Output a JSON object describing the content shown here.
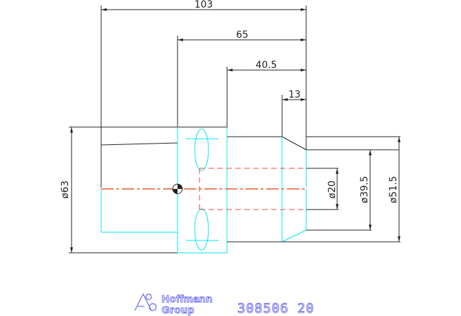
{
  "dimensions": {
    "overall_length": "103",
    "length_65": "65",
    "length_40_5": "40.5",
    "length_13": "13",
    "dia_63": "ø63",
    "dia_20": "ø20",
    "dia_39_5": "ø39.5",
    "dia_51_5": "ø51.5"
  },
  "logo": {
    "line1": "Hoffmann",
    "line2": "Group",
    "icon": "hoffmann-logo-icon"
  },
  "part_number": "308506 20",
  "colors": {
    "outline": "#222222",
    "hidden_cyan": "#00e5ee",
    "centerline": "#e05a2b",
    "hidden_red": "#ee4444",
    "logo": "#6a6aee"
  }
}
